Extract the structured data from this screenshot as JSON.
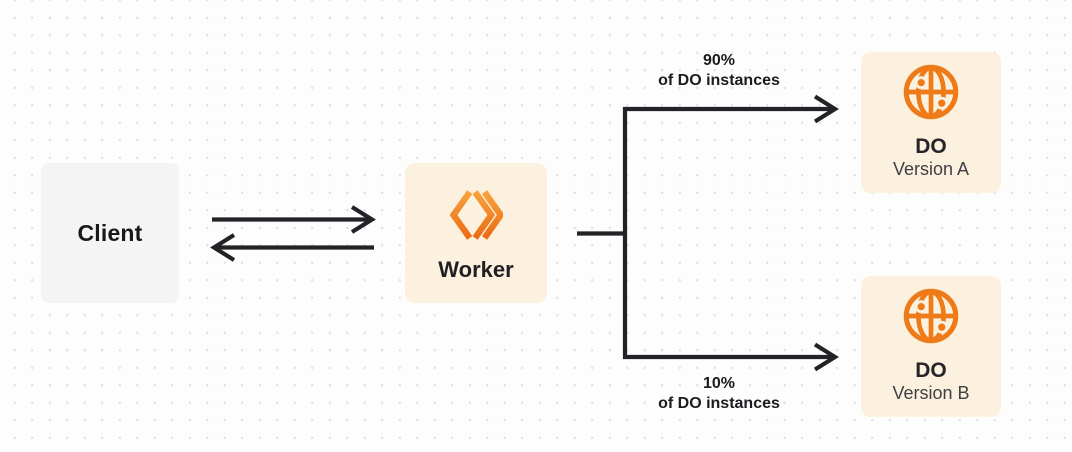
{
  "diagram": {
    "description": "Worker routing traffic between two Durable Object versions",
    "colors": {
      "background": "#fdfdfd",
      "dot_grid": "#e3e3e6",
      "client_box": "#f4f4f5",
      "cream_box": "#fcf0de",
      "accent_orange": "#f6821f",
      "worker_gradient_top": "#f8a23c",
      "worker_gradient_bottom": "#ec6b15",
      "globe_orange": "#ee7a18",
      "line_dark": "#222327",
      "text_primary": "#1f2023",
      "text_secondary": "#3f3f46"
    },
    "nodes": {
      "client": {
        "label": "Client"
      },
      "worker": {
        "label": "Worker",
        "icon": "workers-logo-icon"
      },
      "do_a": {
        "title": "DO",
        "subtitle": "Version A",
        "icon": "durable-object-globe-icon"
      },
      "do_b": {
        "title": "DO",
        "subtitle": "Version B",
        "icon": "durable-object-globe-icon"
      }
    },
    "edges": {
      "client_to_worker": {
        "type": "arrow-right"
      },
      "worker_to_client": {
        "type": "arrow-left"
      },
      "split_to_do_a": {
        "label_line1": "90%",
        "label_line2": "of DO instances"
      },
      "split_to_do_b": {
        "label_line1": "10%",
        "label_line2": "of DO instances"
      }
    }
  }
}
